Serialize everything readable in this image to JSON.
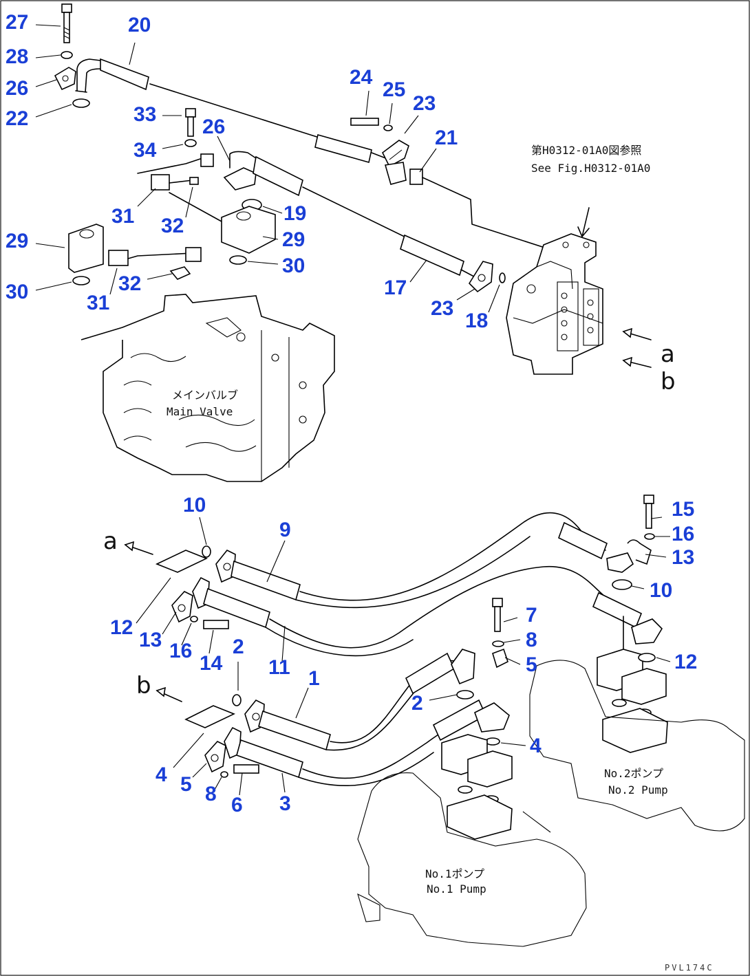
{
  "labels": {
    "l1": "1",
    "l2a": "2",
    "l2b": "2",
    "l3": "3",
    "l4a": "4",
    "l4b": "4",
    "l5a": "5",
    "l5b": "5",
    "l6": "6",
    "l7": "7",
    "l8a": "8",
    "l8b": "8",
    "l9": "9",
    "l10a": "10",
    "l10b": "10",
    "l11": "11",
    "l12a": "12",
    "l12b": "12",
    "l13a": "13",
    "l13b": "13",
    "l14": "14",
    "l15": "15",
    "l16a": "16",
    "l16b": "16",
    "l17": "17",
    "l18": "18",
    "l19": "19",
    "l20": "20",
    "l21": "21",
    "l22": "22",
    "l23a": "23",
    "l23b": "23",
    "l24": "24",
    "l25": "25",
    "l26a": "26",
    "l26b": "26",
    "l27": "27",
    "l28": "28",
    "l29a": "29",
    "l29b": "29",
    "l30a": "30",
    "l30b": "30",
    "l31a": "31",
    "l31b": "31",
    "l32a": "32",
    "l32b": "32",
    "l33": "33",
    "l34": "34"
  },
  "annotations": {
    "ref_jp": "第H0312-01A0図参照",
    "ref_en": "See Fig.H0312-01A0",
    "main_valve_jp": "メインバルブ",
    "main_valve_en": "Main Valve",
    "pump2_jp": "No.2ポンプ",
    "pump2_en": "No.2 Pump",
    "pump1_jp": "No.1ポンプ",
    "pump1_en": "No.1 Pump",
    "port_a_left": "a",
    "port_b_left": "b",
    "port_a_right": "a",
    "port_b_right": "b",
    "drawing_code": "PVL174C"
  },
  "colors": {
    "callout": "#1a3fd6",
    "line": "#000000"
  }
}
